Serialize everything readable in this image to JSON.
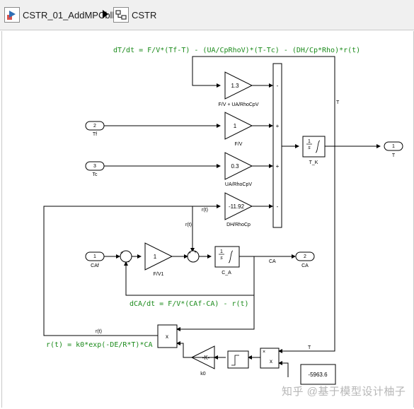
{
  "breadcrumb": {
    "root_label": "CSTR_01_AddMPCblk",
    "child_label": "CSTR"
  },
  "equations": {
    "temperature": "dT/dt = F/V*(Tf-T) - (UA/CpRhoV)*(T-Tc) - (DH/Cp*Rho)*r(t)",
    "concentration": "dCA/dt = F/V*(CAf-CA) - r(t)",
    "rate": "r(t) = k0*exp(-DE/R*T)*CA"
  },
  "ports": {
    "tf": {
      "num": "2",
      "name": "Tf"
    },
    "tc": {
      "num": "3",
      "name": "Tc"
    },
    "caf": {
      "num": "1",
      "name": "CAf"
    },
    "t_out": {
      "num": "1",
      "name": "T"
    },
    "ca_out": {
      "num": "2",
      "name": "CA"
    }
  },
  "gains": {
    "g1": {
      "value": "1.3",
      "name": "F/V + UA/RhoCpV"
    },
    "g2": {
      "value": "1",
      "name": "F/V"
    },
    "g3": {
      "value": "0.3",
      "name": "UA/RhoCpV"
    },
    "g4": {
      "value": "-11.92",
      "name": "DH/RhoCp"
    },
    "g5": {
      "value": "1",
      "name": "F/V1"
    },
    "k0": {
      "value": "-K-",
      "name": "k0"
    }
  },
  "sum_signs": [
    "-",
    "+",
    "+",
    "-"
  ],
  "integrators": {
    "tk": {
      "num": "1",
      "den": "s",
      "name": "T_K"
    },
    "ca": {
      "num": "1",
      "den": "s",
      "name": "C_A"
    }
  },
  "signals": {
    "T": "T",
    "rt": "r(t)",
    "CA": "CA"
  },
  "constant": {
    "value": "-5963.6"
  },
  "product_sym": "x",
  "watermark": "知乎 @基于模型设计柚子"
}
